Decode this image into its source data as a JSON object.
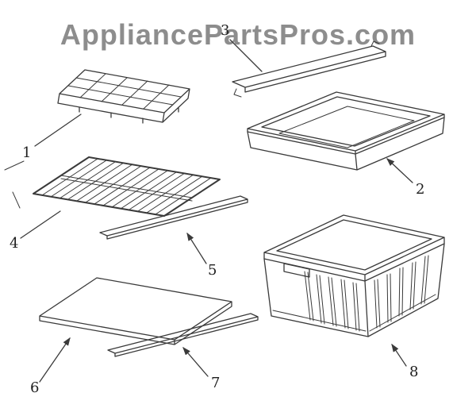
{
  "page": {
    "background": "#ffffff",
    "line_color": "#3a3a3a"
  },
  "watermark": {
    "text": "AppliancePartsPros.com",
    "color": "#8d8d8d"
  },
  "diagram": {
    "description_parts_visible": 8,
    "parts": [
      {
        "label": "1"
      },
      {
        "label": "2"
      },
      {
        "label": "3"
      },
      {
        "label": "4"
      },
      {
        "label": "5"
      },
      {
        "label": "6"
      },
      {
        "label": "7"
      },
      {
        "label": "8"
      }
    ]
  }
}
